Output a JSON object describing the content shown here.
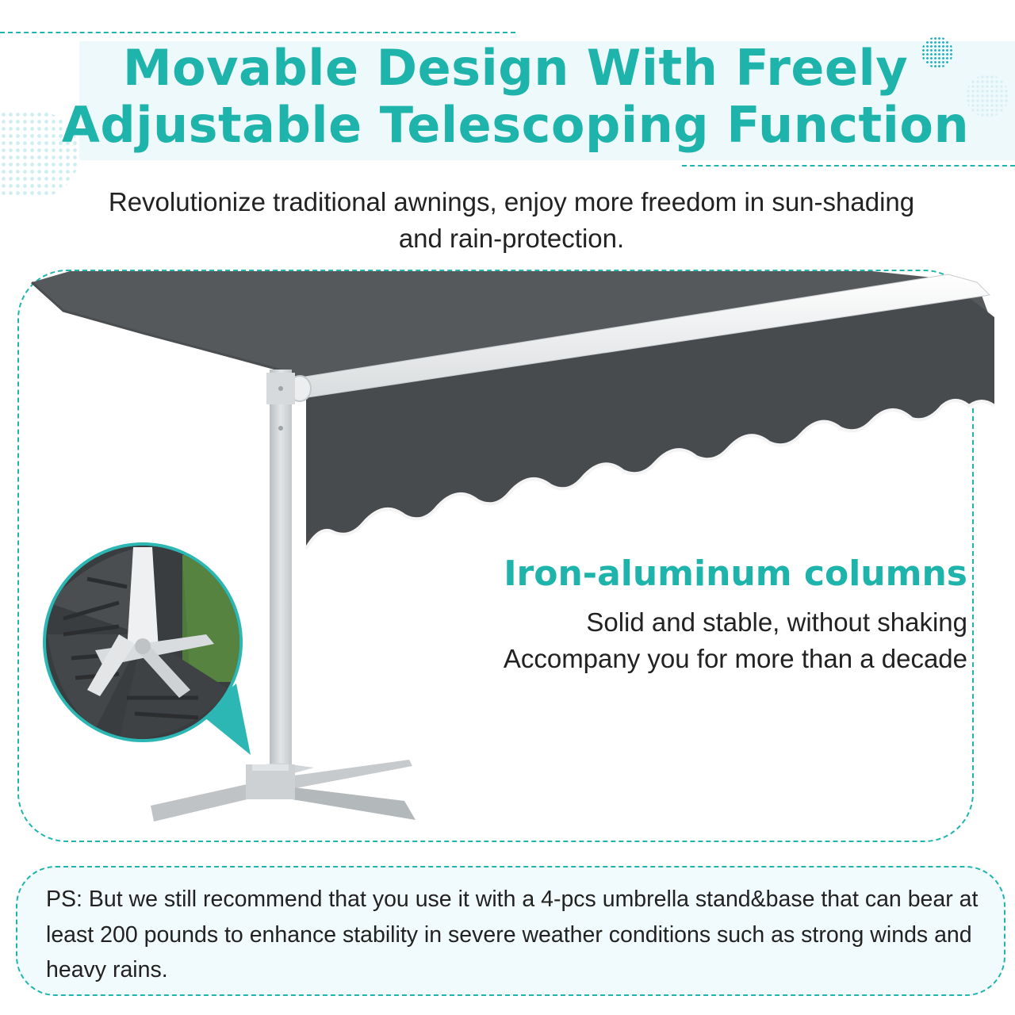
{
  "header": {
    "title_line1": "Movable Design With Freely",
    "title_line2": "Adjustable Telescoping Function",
    "subtitle_line1": "Revolutionize traditional awnings, enjoy more freedom in sun-shading",
    "subtitle_line2": "and rain-protection."
  },
  "feature": {
    "title": "Iron-aluminum columns",
    "line1": "Solid and stable, without shaking",
    "line2": "Accompany you for more than a decade"
  },
  "note": {
    "text": "PS: But we still recommend that you use it with a 4-pcs umbrella stand&base that can bear at least 200 pounds to enhance stability in severe weather conditions such as strong winds and heavy rains."
  },
  "colors": {
    "accent": "#1eb3ab",
    "canopy": "#55595c",
    "canopy_dark": "#474b4e",
    "frame": "#e9ebec",
    "pole": "#cfd3d6",
    "text": "#222222"
  }
}
